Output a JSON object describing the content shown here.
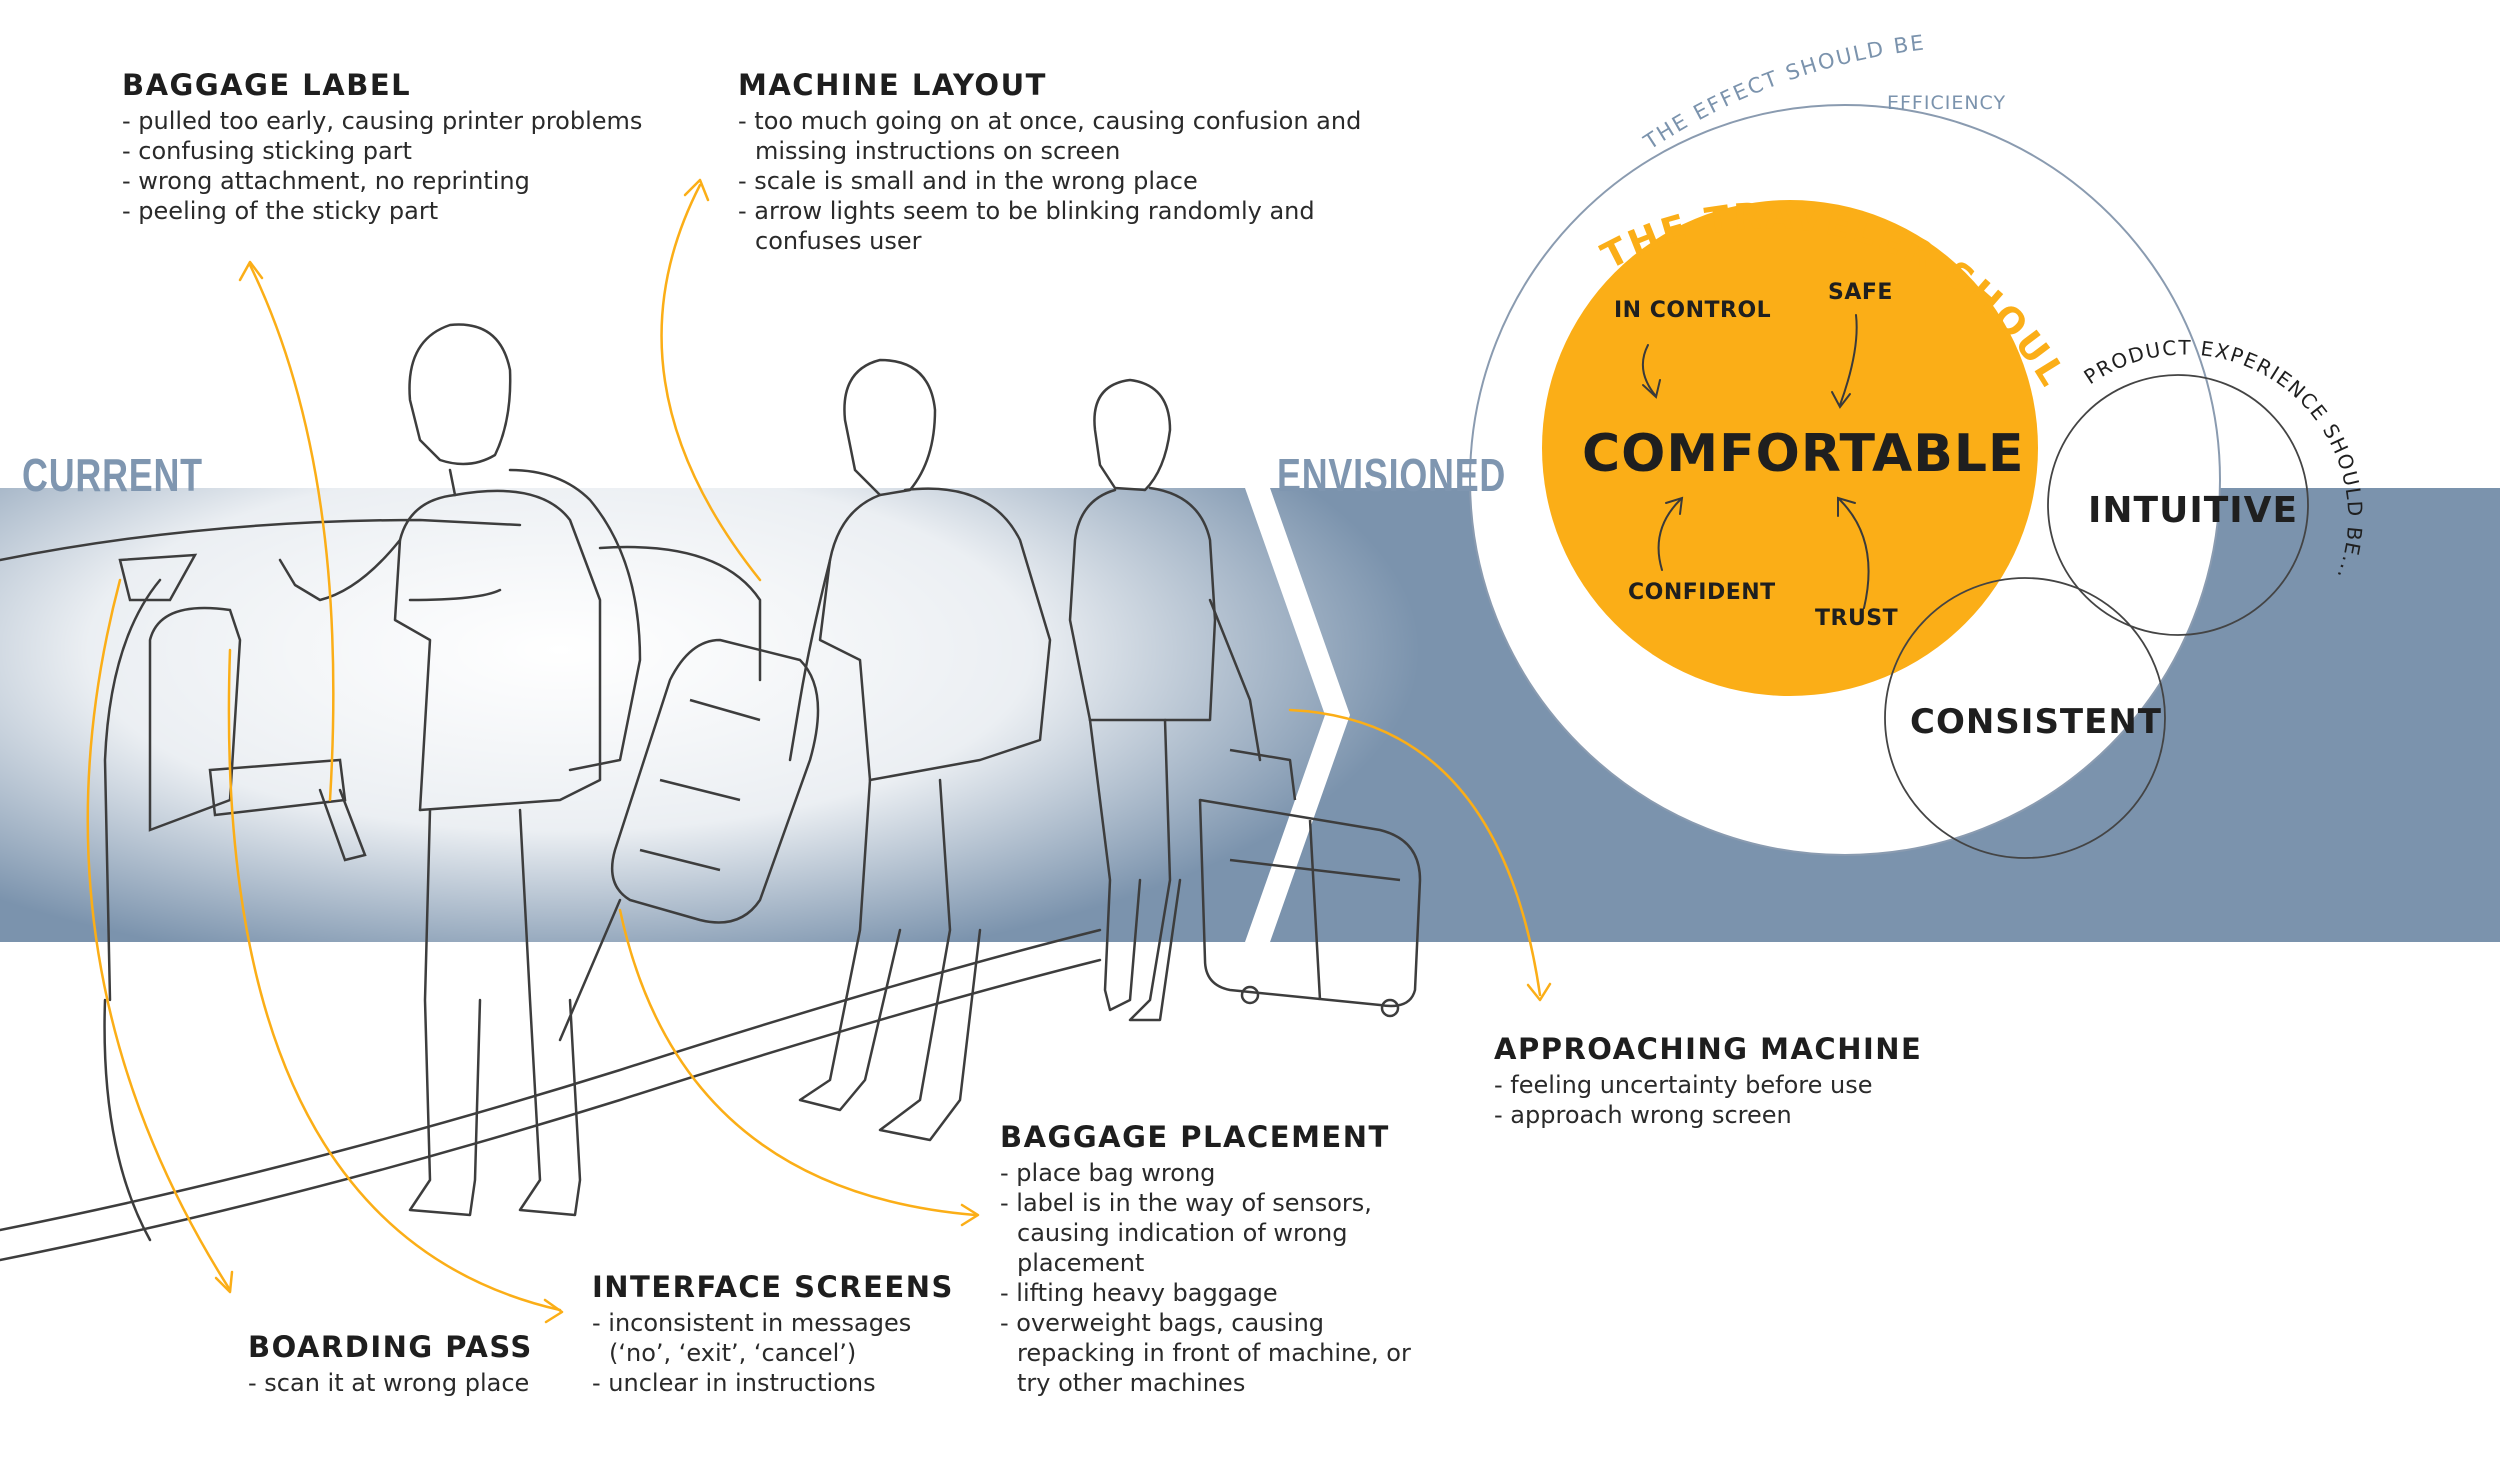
{
  "band": {
    "current_label": "CURRENT",
    "envisioned_label": "ENVISIONED",
    "band_color": "#7b93ad"
  },
  "notes": {
    "baggage_label": {
      "title": "BAGGAGE LABEL",
      "items": [
        "pulled too early, causing printer problems",
        "confusing sticking part",
        "wrong attachment, no reprinting",
        "peeling of the sticky part"
      ]
    },
    "machine_layout": {
      "title": "MACHINE LAYOUT",
      "items": [
        "too much going on at once, causing confusion and missing instructions on screen",
        "scale is small and in the wrong place",
        "arrow lights seem to be blinking randomly and confuses user"
      ]
    },
    "approaching_machine": {
      "title": "APPROACHING MACHINE",
      "items": [
        "feeling uncertainty before use",
        "approach wrong screen"
      ]
    },
    "baggage_placement": {
      "title": "BAGGAGE PLACEMENT",
      "items": [
        "place bag wrong",
        "label is in the way of sensors, causing indication of wrong placement",
        "lifting heavy baggage",
        "overweight bags, causing repacking in front of machine, or try other machines"
      ]
    },
    "interface_screens": {
      "title": "INTERFACE SCREENS",
      "items": [
        "inconsistent in messages (‘no’, ‘exit’, ‘cancel’)",
        "unclear in instructions"
      ]
    },
    "boarding_pass": {
      "title": "BOARDING PASS",
      "items": [
        "scan it at wrong place"
      ]
    }
  },
  "experience": {
    "effect_heading": "THE EFFECT SHOULD BE...",
    "efficiency": "EFFICIENCY",
    "traveler_heading": "THE TRAVELER SHOULD FEEL...",
    "core": "COMFORTABLE",
    "feelings": {
      "in_control": "IN CONTROL",
      "safe": "SAFE",
      "confident": "CONFIDENT",
      "trust": "TRUST"
    },
    "product_heading": "PRODUCT EXPERIENCE SHOULD BE...",
    "intuitive": "INTUITIVE",
    "consistent": "CONSISTENT",
    "accent_color": "#fbae17",
    "outline_color": "#8a9bb0"
  }
}
